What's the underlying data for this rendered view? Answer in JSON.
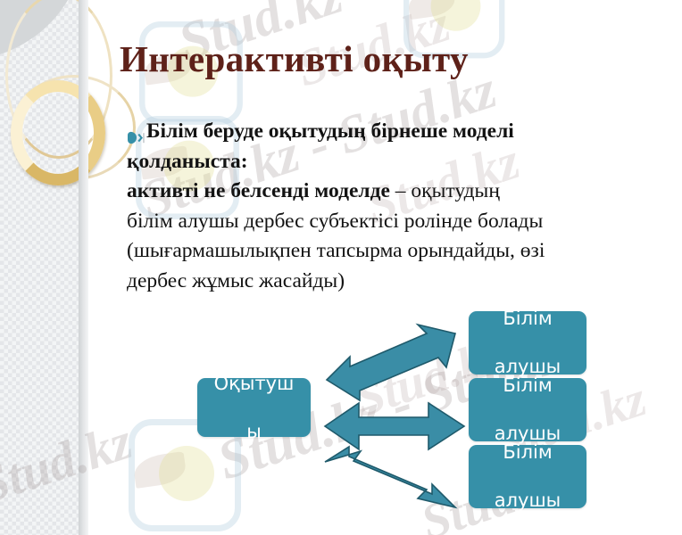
{
  "slide": {
    "title": "Интерактивті оқыту",
    "title_color": "#5E2119",
    "background_color": "#FFFFFF",
    "accent_color": "#3690A8",
    "deco_ring_color": "#E9CD86"
  },
  "body": {
    "bullet_icon": "speaker-bullet-icon",
    "lines": [
      {
        "id": "line1",
        "bold": "Білім беруде оқытудың бірнеше моделі",
        "regular": ""
      },
      {
        "id": "line2",
        "bold": "қолданыста:",
        "regular": ""
      },
      {
        "id": "line3",
        "bold": "активті не белсенді моделде",
        "regular": " – оқытудың"
      },
      {
        "id": "line4",
        "bold": "",
        "regular": "білім алушы дербес субъектісі ролінде болады"
      },
      {
        "id": "line5",
        "bold": "",
        "regular": "(шығармашылықпен тапсырма орындайды, өзі"
      },
      {
        "id": "line6",
        "bold": "",
        "regular": "дербес жұмыс жасайды)"
      }
    ]
  },
  "diagram": {
    "type": "relationship",
    "teacher_node": {
      "label": "Оқытуш\nы",
      "label_line1": "Оқытуш",
      "label_line2": "ы"
    },
    "student_nodes": [
      {
        "label_line1": "Білім",
        "label_line2": "алушы"
      },
      {
        "label_line1": "Білім",
        "label_line2": "алушы"
      },
      {
        "label_line1": "Білім",
        "label_line2": "алушы"
      }
    ],
    "connectors": [
      {
        "name": "arrow-up-double",
        "direction": "bidirectional",
        "orientation": "diagonal-up"
      },
      {
        "name": "arrow-mid-double",
        "direction": "bidirectional",
        "orientation": "horizontal"
      },
      {
        "name": "arrow-down-double",
        "direction": "bidirectional",
        "orientation": "diagonal-down"
      }
    ],
    "node_fill": "#3690A8",
    "arrow_fill": "#3A8DA6",
    "arrow_stroke": "#1F5A6B"
  },
  "watermarks": {
    "text_a": "Stud.kz",
    "text_b": "Stud.kz - Stud.kz",
    "logo_name": "stud-kz-logo-watermark"
  }
}
